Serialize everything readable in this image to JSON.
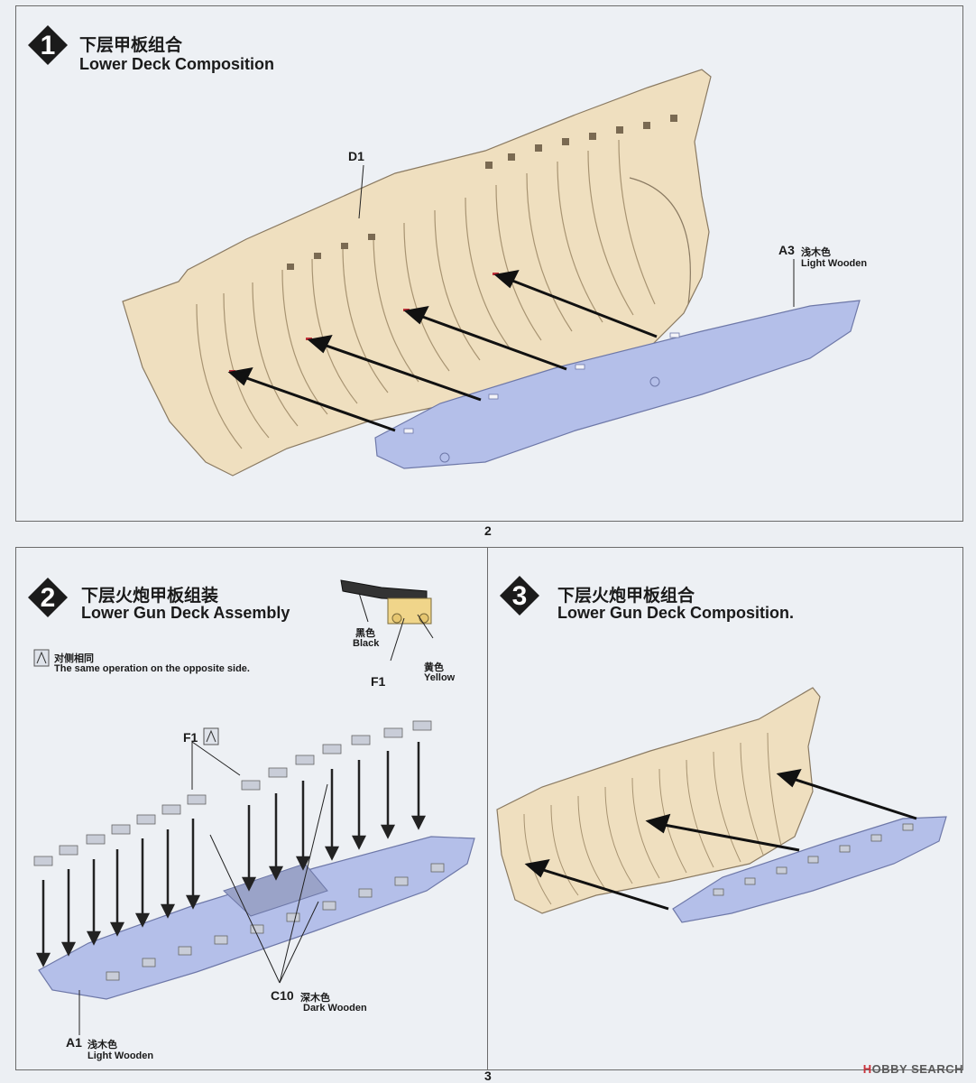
{
  "steps": [
    {
      "number": "1",
      "title_cn": "下层甲板组合",
      "title_en": "Lower Deck Composition"
    },
    {
      "number": "2",
      "title_cn": "下层火炮甲板组装",
      "title_en": "Lower Gun Deck Assembly"
    },
    {
      "number": "3",
      "title_cn": "下层火炮甲板组合",
      "title_en": "Lower Gun Deck Composition."
    }
  ],
  "pages": {
    "top": "2",
    "bottom": "3"
  },
  "step1": {
    "part_d1": "D1",
    "part_a3": "A3",
    "a3_color_cn": "浅木色",
    "a3_color_en": "Light Wooden"
  },
  "step2": {
    "note_cn": "对侧相同",
    "note_en": "The same operation on the opposite side.",
    "cannon_part": "F1",
    "black_cn": "黑色",
    "black_en": "Black",
    "yellow_cn": "黄色",
    "yellow_en": "Yellow",
    "part_f1": "F1",
    "part_c10": "C10",
    "c10_color_cn": "深木色",
    "c10_color_en": "Dark Wooden",
    "part_a1": "A1",
    "a1_color_cn": "浅木色",
    "a1_color_en": "Light Wooden"
  },
  "watermark": {
    "brand_red": "H",
    "brand_rest": "OBBY SEARCH"
  },
  "colors": {
    "hull": "#efdfbf",
    "deck": "#b4bfe9",
    "pin": "#c0313a",
    "frame": "#6b6b6b"
  }
}
